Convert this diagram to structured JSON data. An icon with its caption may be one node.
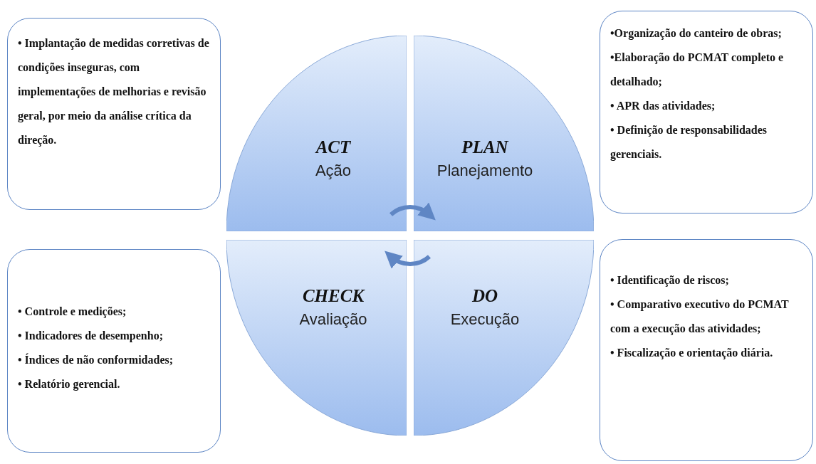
{
  "diagram": {
    "nodes": [
      {
        "text": [
          "• Implantação de medidas corretivas de condições inseguras, com implementações de melhorias e revisão geral, por meio da análise crítica da direção."
        ]
      },
      {
        "text": [
          "ACT",
          "Ação"
        ]
      },
      {
        "text": [
          "PLAN",
          "Planejamento"
        ]
      },
      {
        "text": [
          "•Organização do canteiro de obras;",
          "•Elaboração do PCMAT completo e detalhado;",
          "• APR das atividades;",
          "• Definição de responsabilidades gerenciais."
        ]
      },
      {
        "text": [
          "• Controle e medições;",
          "• Indicadores de desempenho;",
          "• Índices de não conformidades;",
          "• Relatório gerencial."
        ]
      },
      {
        "text": [
          "CHECK",
          "Avaliação"
        ]
      },
      {
        "text": [
          "DO",
          "Execução"
        ]
      },
      {
        "text": [
          "• Identificação de riscos;",
          "• Comparativo executivo do PCMAT com a execução das atividades;",
          "• Fiscalização e orientação diária."
        ]
      }
    ],
    "edges": [
      {
        "from": 1,
        "to": 2,
        "arrow": "to"
      },
      {
        "from": 6,
        "to": 5,
        "arrow": "to"
      }
    ]
  }
}
